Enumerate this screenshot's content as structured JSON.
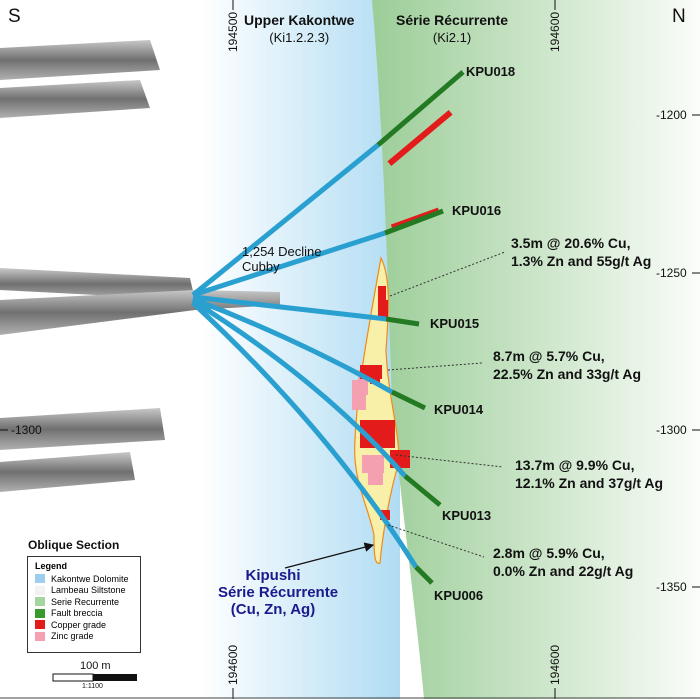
{
  "compass": {
    "left": "S",
    "right": "N"
  },
  "zones": [
    {
      "name": "Upper Kakontwe",
      "code": "(Ki1.2.2.3)"
    },
    {
      "name": "Série Récurrente",
      "code": "(Ki2.1)"
    }
  ],
  "easting_ticks": {
    "top": [
      "194500",
      "194600"
    ],
    "bottom": [
      "194600",
      "194600"
    ]
  },
  "elevation_ticks": {
    "right": [
      "-1200",
      "-1250",
      "-1300",
      "-1350"
    ],
    "left": [
      "-1300"
    ]
  },
  "decline_label": "1,254 Decline Cubby",
  "drillholes": [
    "KPU018",
    "KPU016",
    "KPU015",
    "KPU014",
    "KPU013",
    "KPU006"
  ],
  "intercepts": [
    {
      "line1": "3.5m @ 20.6% Cu,",
      "line2": "1.3% Zn and 55g/t Ag"
    },
    {
      "line1": "8.7m @ 5.7% Cu,",
      "line2": "22.5% Zn and 33g/t Ag"
    },
    {
      "line1": "13.7m @ 9.9% Cu,",
      "line2": "12.1% Zn and 37g/t Ag"
    },
    {
      "line1": "2.8m @ 5.9% Cu,",
      "line2": "0.0% Zn and 22g/t Ag"
    }
  ],
  "orebody_label": {
    "line1": "Kipushi",
    "line2": "Série Récurrente",
    "line3": "(Cu, Zn, Ag)"
  },
  "section_title": "Oblique Section",
  "legend": {
    "title": "Legend",
    "items": [
      {
        "label": "Kakontwe Dolomite",
        "color": "#9fcdee"
      },
      {
        "label": "Lambeau Siltstone",
        "color": "#f2f2f2"
      },
      {
        "label": "Serie Recurrente",
        "color": "#a6d6a0"
      },
      {
        "label": "Fault breccia",
        "color": "#3a9a2e"
      },
      {
        "label": "Copper grade",
        "color": "#e31b1b"
      },
      {
        "label": "Zinc grade",
        "color": "#f4a0b0"
      }
    ]
  },
  "scale": {
    "label": "100 m",
    "ratio": "1:1100"
  },
  "colors": {
    "drill": "#2aa0d0",
    "breccia": "#237a23",
    "orebody": "#f8f0a8",
    "orebody_outline": "#f08a1a",
    "text_blue": "#1a1a8c"
  }
}
